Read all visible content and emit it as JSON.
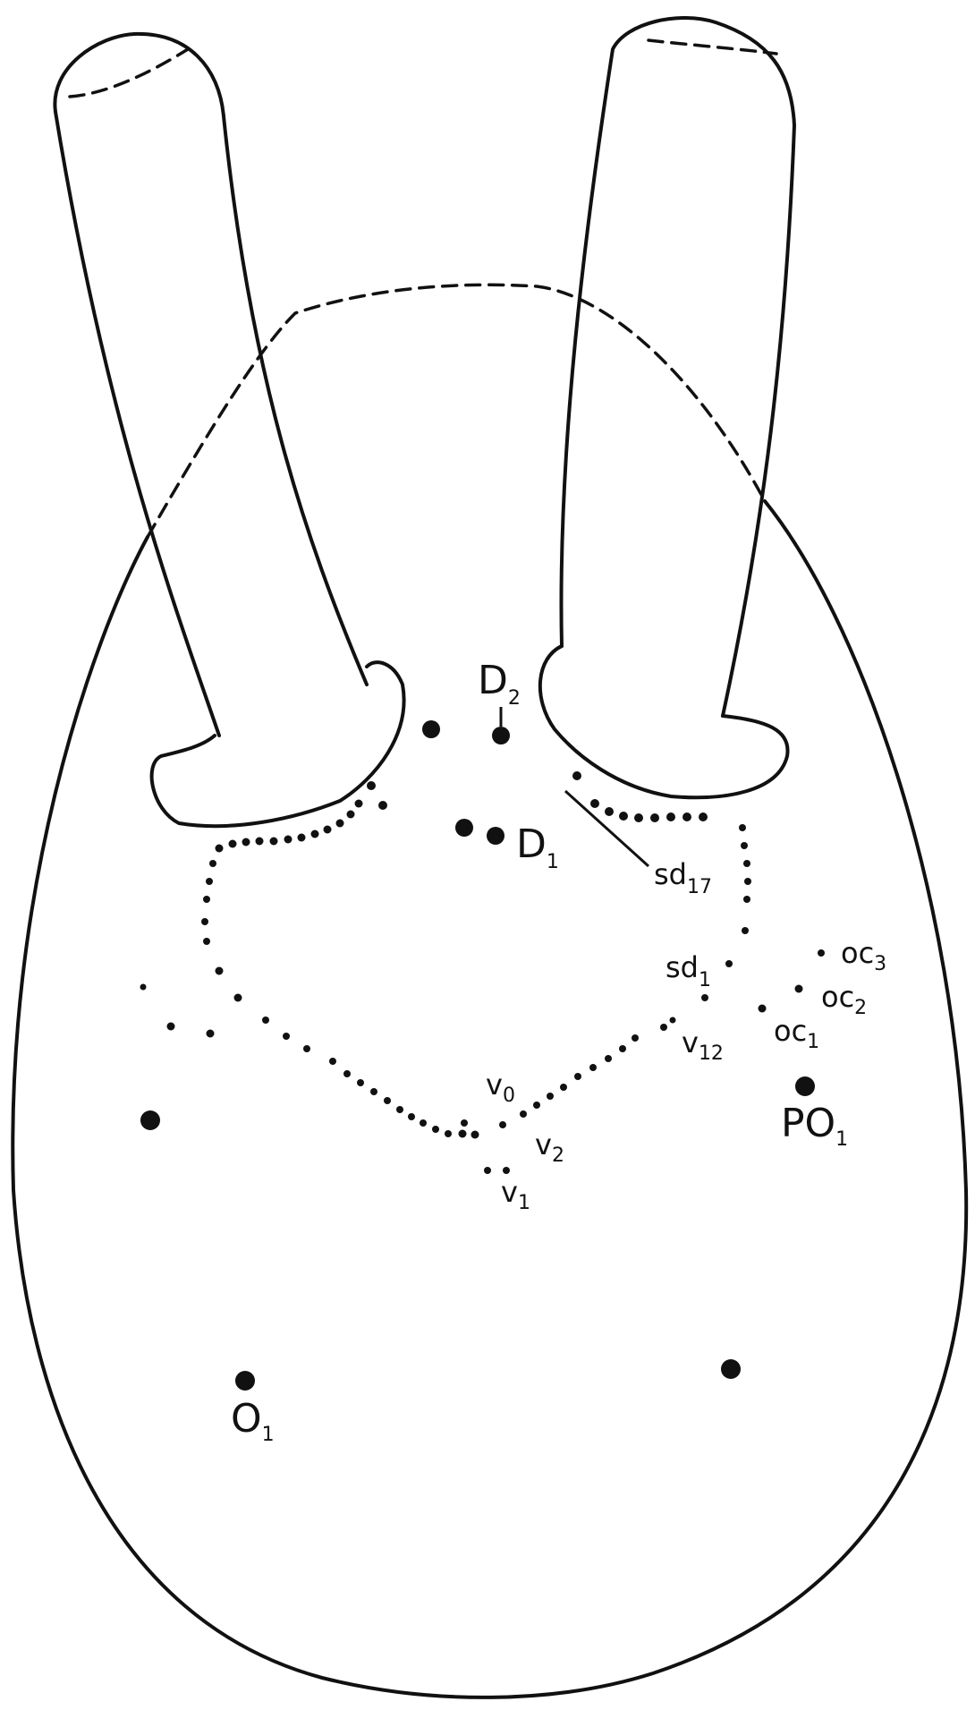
{
  "figure": {
    "labels": {
      "D2": {
        "main": "D",
        "sub": "2"
      },
      "D1": {
        "main": "D",
        "sub": "1"
      },
      "sd17": {
        "main": "sd",
        "sub": "17"
      },
      "sd1": {
        "main": "sd",
        "sub": "1"
      },
      "oc3": {
        "main": "oc",
        "sub": "3"
      },
      "oc2": {
        "main": "oc",
        "sub": "2"
      },
      "oc1": {
        "main": "oc",
        "sub": "1"
      },
      "v12": {
        "main": "v",
        "sub": "12"
      },
      "v0": {
        "main": "v",
        "sub": "0"
      },
      "v2": {
        "main": "v",
        "sub": "2"
      },
      "v1": {
        "main": "v",
        "sub": "1"
      },
      "PO1": {
        "main": "PO",
        "sub": "1"
      },
      "O1": {
        "main": "O",
        "sub": "1"
      }
    }
  }
}
